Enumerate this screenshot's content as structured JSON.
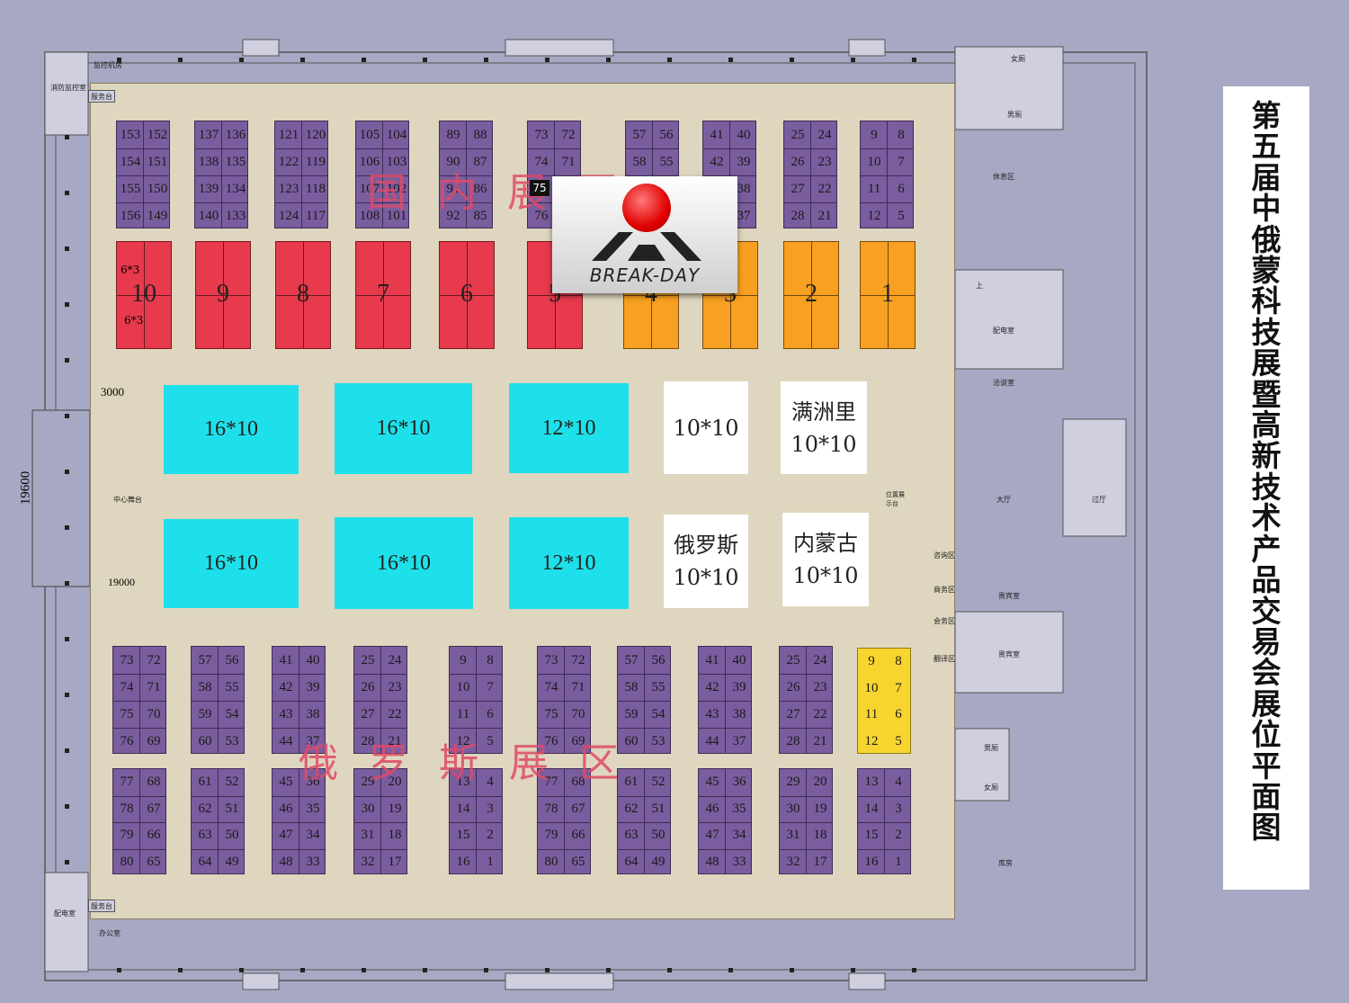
{
  "title": "第五届中俄蒙科技展暨高新技术产品交易会展位平面图",
  "title_chars": [
    "第",
    "五",
    "届",
    "中",
    "俄",
    "蒙",
    "科",
    "技",
    "展",
    "暨",
    "高",
    "新",
    "技",
    "术",
    "产",
    "品",
    "交",
    "易",
    "会",
    "展",
    "位",
    "平",
    "面",
    "图"
  ],
  "logo": {
    "name": "BREAK-DAY",
    "badge": "75"
  },
  "zones": {
    "domestic": "国内展区",
    "russia": "俄罗斯展区"
  },
  "dimensions": {
    "left_width": "19600",
    "top_mark": "3000",
    "bottom_mark": "19000"
  },
  "rooms": {
    "monitor": "监控机房",
    "fire": "消防监控室",
    "service_top": "服务台",
    "service_bottom": "服务台",
    "power": "配电室",
    "office": "办公室",
    "female_wc": "女厕",
    "male_wc": "男厕",
    "rest": "休息区",
    "up": "上",
    "power_right": "配电室",
    "negotiate": "洽谈室",
    "lobby": "大厅",
    "corridor": "过厅",
    "reception": "贵宾室",
    "guest": "贵宾室",
    "storage": "库房",
    "male_wc2": "男厕",
    "female_wc2": "女厕",
    "center": "中心舞台",
    "info": "咨询区",
    "business": "商务区",
    "meeting": "会务区",
    "translate": "翻译区",
    "display": "位置展示台"
  },
  "top_purple": [
    [
      "153",
      "152",
      "154",
      "151",
      "155",
      "150",
      "156",
      "149"
    ],
    [
      "137",
      "136",
      "138",
      "135",
      "139",
      "134",
      "140",
      "133"
    ],
    [
      "121",
      "120",
      "122",
      "119",
      "123",
      "118",
      "124",
      "117"
    ],
    [
      "105",
      "104",
      "106",
      "103",
      "107",
      "102",
      "108",
      "101"
    ],
    [
      "89",
      "88",
      "90",
      "87",
      "91",
      "86",
      "92",
      "85"
    ],
    [
      "73",
      "72",
      "74",
      "71",
      "",
      "",
      "76",
      ""
    ],
    [
      "57",
      "56",
      "58",
      "55",
      "",
      "",
      "",
      ""
    ],
    [
      "41",
      "40",
      "42",
      "39",
      "",
      "38",
      "",
      "37"
    ],
    [
      "25",
      "24",
      "26",
      "23",
      "27",
      "22",
      "28",
      "21"
    ],
    [
      "9",
      "8",
      "10",
      "7",
      "11",
      "6",
      "12",
      "5"
    ]
  ],
  "red_booths": [
    {
      "num": "10",
      "note": "6*3",
      "note2": "6*3"
    },
    {
      "num": "9"
    },
    {
      "num": "8"
    },
    {
      "num": "7"
    },
    {
      "num": "6"
    },
    {
      "num": "5"
    }
  ],
  "orange_booths": [
    {
      "num": "4"
    },
    {
      "num": "3"
    },
    {
      "num": "2"
    },
    {
      "num": "1"
    }
  ],
  "cyan_booths": [
    {
      "label": "16*10"
    },
    {
      "label": "16*10"
    },
    {
      "label": "12*10"
    },
    {
      "label": "16*10"
    },
    {
      "label": "16*10"
    },
    {
      "label": "12*10"
    }
  ],
  "white_booths": [
    {
      "line1": "10*10",
      "line2": ""
    },
    {
      "line1": "满洲里",
      "line2": "10*10"
    },
    {
      "line1": "俄罗斯",
      "line2": "10*10"
    },
    {
      "line1": "内蒙古",
      "line2": "10*10"
    }
  ],
  "bottom_upper": [
    [
      "73",
      "72",
      "74",
      "71",
      "75",
      "70",
      "76",
      "69"
    ],
    [
      "57",
      "56",
      "58",
      "55",
      "59",
      "54",
      "60",
      "53"
    ],
    [
      "41",
      "40",
      "42",
      "39",
      "43",
      "38",
      "44",
      "37"
    ],
    [
      "25",
      "24",
      "26",
      "23",
      "27",
      "22",
      "28",
      "21"
    ],
    [
      "9",
      "8",
      "10",
      "7",
      "11",
      "6",
      "12",
      "5"
    ],
    [
      "73",
      "72",
      "74",
      "71",
      "75",
      "70",
      "76",
      "69"
    ],
    [
      "57",
      "56",
      "58",
      "55",
      "59",
      "54",
      "60",
      "53"
    ],
    [
      "41",
      "40",
      "42",
      "39",
      "43",
      "38",
      "44",
      "37"
    ],
    [
      "25",
      "24",
      "26",
      "23",
      "27",
      "22",
      "28",
      "21"
    ]
  ],
  "yellow_block": [
    "9",
    "8",
    "10",
    "7",
    "11",
    "6",
    "12",
    "5"
  ],
  "bottom_lower": [
    [
      "77",
      "68",
      "78",
      "67",
      "79",
      "66",
      "80",
      "65"
    ],
    [
      "61",
      "52",
      "62",
      "51",
      "63",
      "50",
      "64",
      "49"
    ],
    [
      "45",
      "36",
      "46",
      "35",
      "47",
      "34",
      "48",
      "33"
    ],
    [
      "29",
      "20",
      "30",
      "19",
      "31",
      "18",
      "32",
      "17"
    ],
    [
      "13",
      "4",
      "14",
      "3",
      "15",
      "2",
      "16",
      "1"
    ],
    [
      "77",
      "68",
      "78",
      "67",
      "79",
      "66",
      "80",
      "65"
    ],
    [
      "61",
      "52",
      "62",
      "51",
      "63",
      "50",
      "64",
      "49"
    ],
    [
      "45",
      "36",
      "46",
      "35",
      "47",
      "34",
      "48",
      "33"
    ],
    [
      "29",
      "20",
      "30",
      "19",
      "31",
      "18",
      "32",
      "17"
    ],
    [
      "13",
      "4",
      "14",
      "3",
      "15",
      "2",
      "16",
      "1"
    ]
  ]
}
